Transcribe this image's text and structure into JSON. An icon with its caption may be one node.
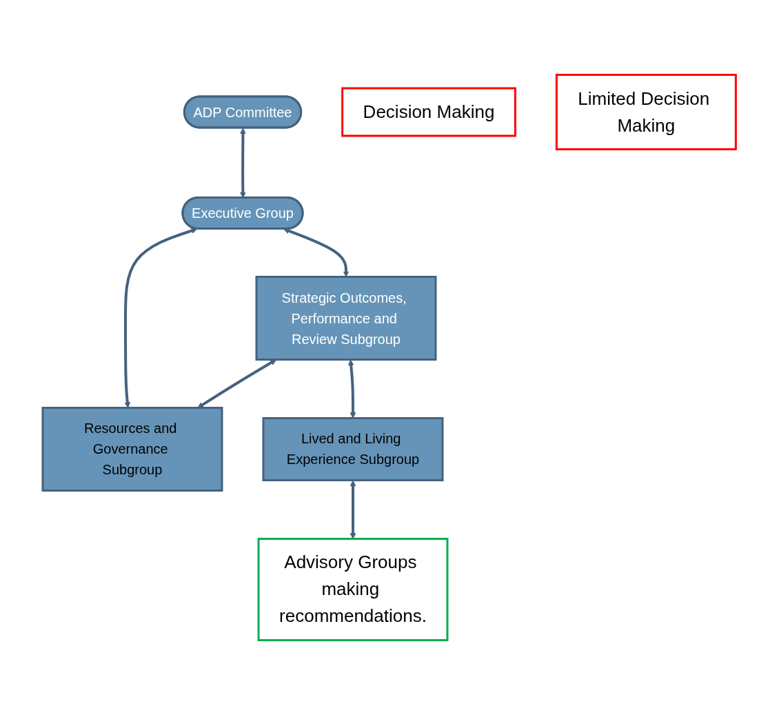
{
  "diagram": {
    "nodes": [
      {
        "text": [
          "ADP Committee"
        ]
      },
      {
        "text": [
          "Executive Group"
        ]
      },
      {
        "text": [
          "Strategic Outcomes, Performance and Review Subgroup"
        ]
      },
      {
        "text": [
          "Resources and Governance Subgroup"
        ]
      },
      {
        "text": [
          "Lived and Living Experience Subgroup"
        ]
      },
      {
        "text": [
          "Decision Making"
        ]
      },
      {
        "text": [
          "Limited Decision Making"
        ]
      },
      {
        "text": [
          "Advisory Groups making recommendations."
        ]
      }
    ],
    "edges": [
      {
        "from": 0,
        "to": 1,
        "arrow": "both"
      },
      {
        "from": 1,
        "to": 2,
        "arrow": "both"
      },
      {
        "from": 1,
        "to": 3,
        "arrow": "both"
      },
      {
        "from": 2,
        "to": 3,
        "arrow": "both"
      },
      {
        "from": 2,
        "to": 4,
        "arrow": "both"
      },
      {
        "from": 4,
        "to": 7,
        "arrow": "both"
      }
    ]
  }
}
